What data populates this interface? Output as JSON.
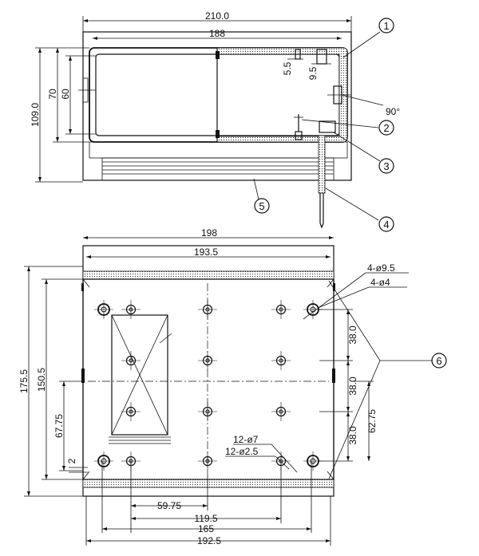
{
  "top_view": {
    "dims": {
      "overall_width": "210.0",
      "inner_width": "188",
      "overall_height": "109.0",
      "height_70": "70",
      "height_60": "60",
      "slot_5_5": "5.5",
      "slot_9_5": "9.5",
      "angle": "90°"
    }
  },
  "bottom_view": {
    "dims": {
      "width_198": "198",
      "width_193_5": "193.5",
      "height_175_5": "175.5",
      "height_150_5": "150.5",
      "height_67_75": "67.75",
      "dim_2": "2",
      "pitch_38_a": "38.0",
      "pitch_38_b": "38.0",
      "pitch_38_c": "38.0",
      "dim_62_75": "62.75",
      "dim_59_75": "59.75",
      "dim_119_5": "119.5",
      "dim_165": "165",
      "dim_192_5": "192.5",
      "holes_4_phi_9_5": "4-ø9.5",
      "holes_4_phi_4": "4-ø4",
      "holes_12_phi_7": "12-ø7",
      "holes_12_phi_2_5": "12-ø2.5"
    }
  },
  "callouts": [
    "1",
    "2",
    "3",
    "4",
    "5",
    "6"
  ]
}
